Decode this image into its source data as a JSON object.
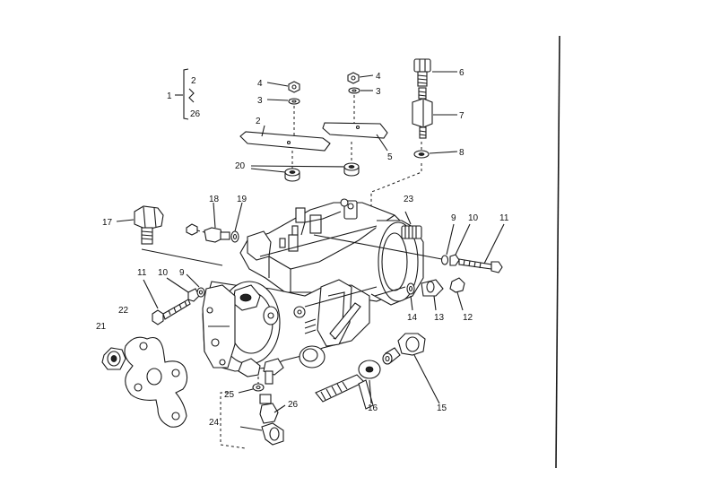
{
  "callouts": [
    {
      "id": "c1",
      "text": "1"
    },
    {
      "id": "c2a",
      "text": "2"
    },
    {
      "id": "c26a",
      "text": "26"
    },
    {
      "id": "c4a",
      "text": "4"
    },
    {
      "id": "c3a",
      "text": "3"
    },
    {
      "id": "c4b",
      "text": "4"
    },
    {
      "id": "c3b",
      "text": "3"
    },
    {
      "id": "c6",
      "text": "6"
    },
    {
      "id": "c7",
      "text": "7"
    },
    {
      "id": "c2b",
      "text": "2"
    },
    {
      "id": "c5",
      "text": "5"
    },
    {
      "id": "c8",
      "text": "8"
    },
    {
      "id": "c20",
      "text": "20"
    },
    {
      "id": "c18",
      "text": "18"
    },
    {
      "id": "c19",
      "text": "19"
    },
    {
      "id": "c23",
      "text": "23"
    },
    {
      "id": "c17",
      "text": "17"
    },
    {
      "id": "c9a",
      "text": "9"
    },
    {
      "id": "c10a",
      "text": "10"
    },
    {
      "id": "c11a",
      "text": "11"
    },
    {
      "id": "c11b",
      "text": "11"
    },
    {
      "id": "c10b",
      "text": "10"
    },
    {
      "id": "c9b",
      "text": "9"
    },
    {
      "id": "c22",
      "text": "22"
    },
    {
      "id": "c21",
      "text": "21"
    },
    {
      "id": "c14",
      "text": "14"
    },
    {
      "id": "c13",
      "text": "13"
    },
    {
      "id": "c12",
      "text": "12"
    },
    {
      "id": "c25",
      "text": "25"
    },
    {
      "id": "c26b",
      "text": "26"
    },
    {
      "id": "c24",
      "text": "24"
    },
    {
      "id": "c16",
      "text": "16"
    },
    {
      "id": "c15",
      "text": "15"
    }
  ]
}
